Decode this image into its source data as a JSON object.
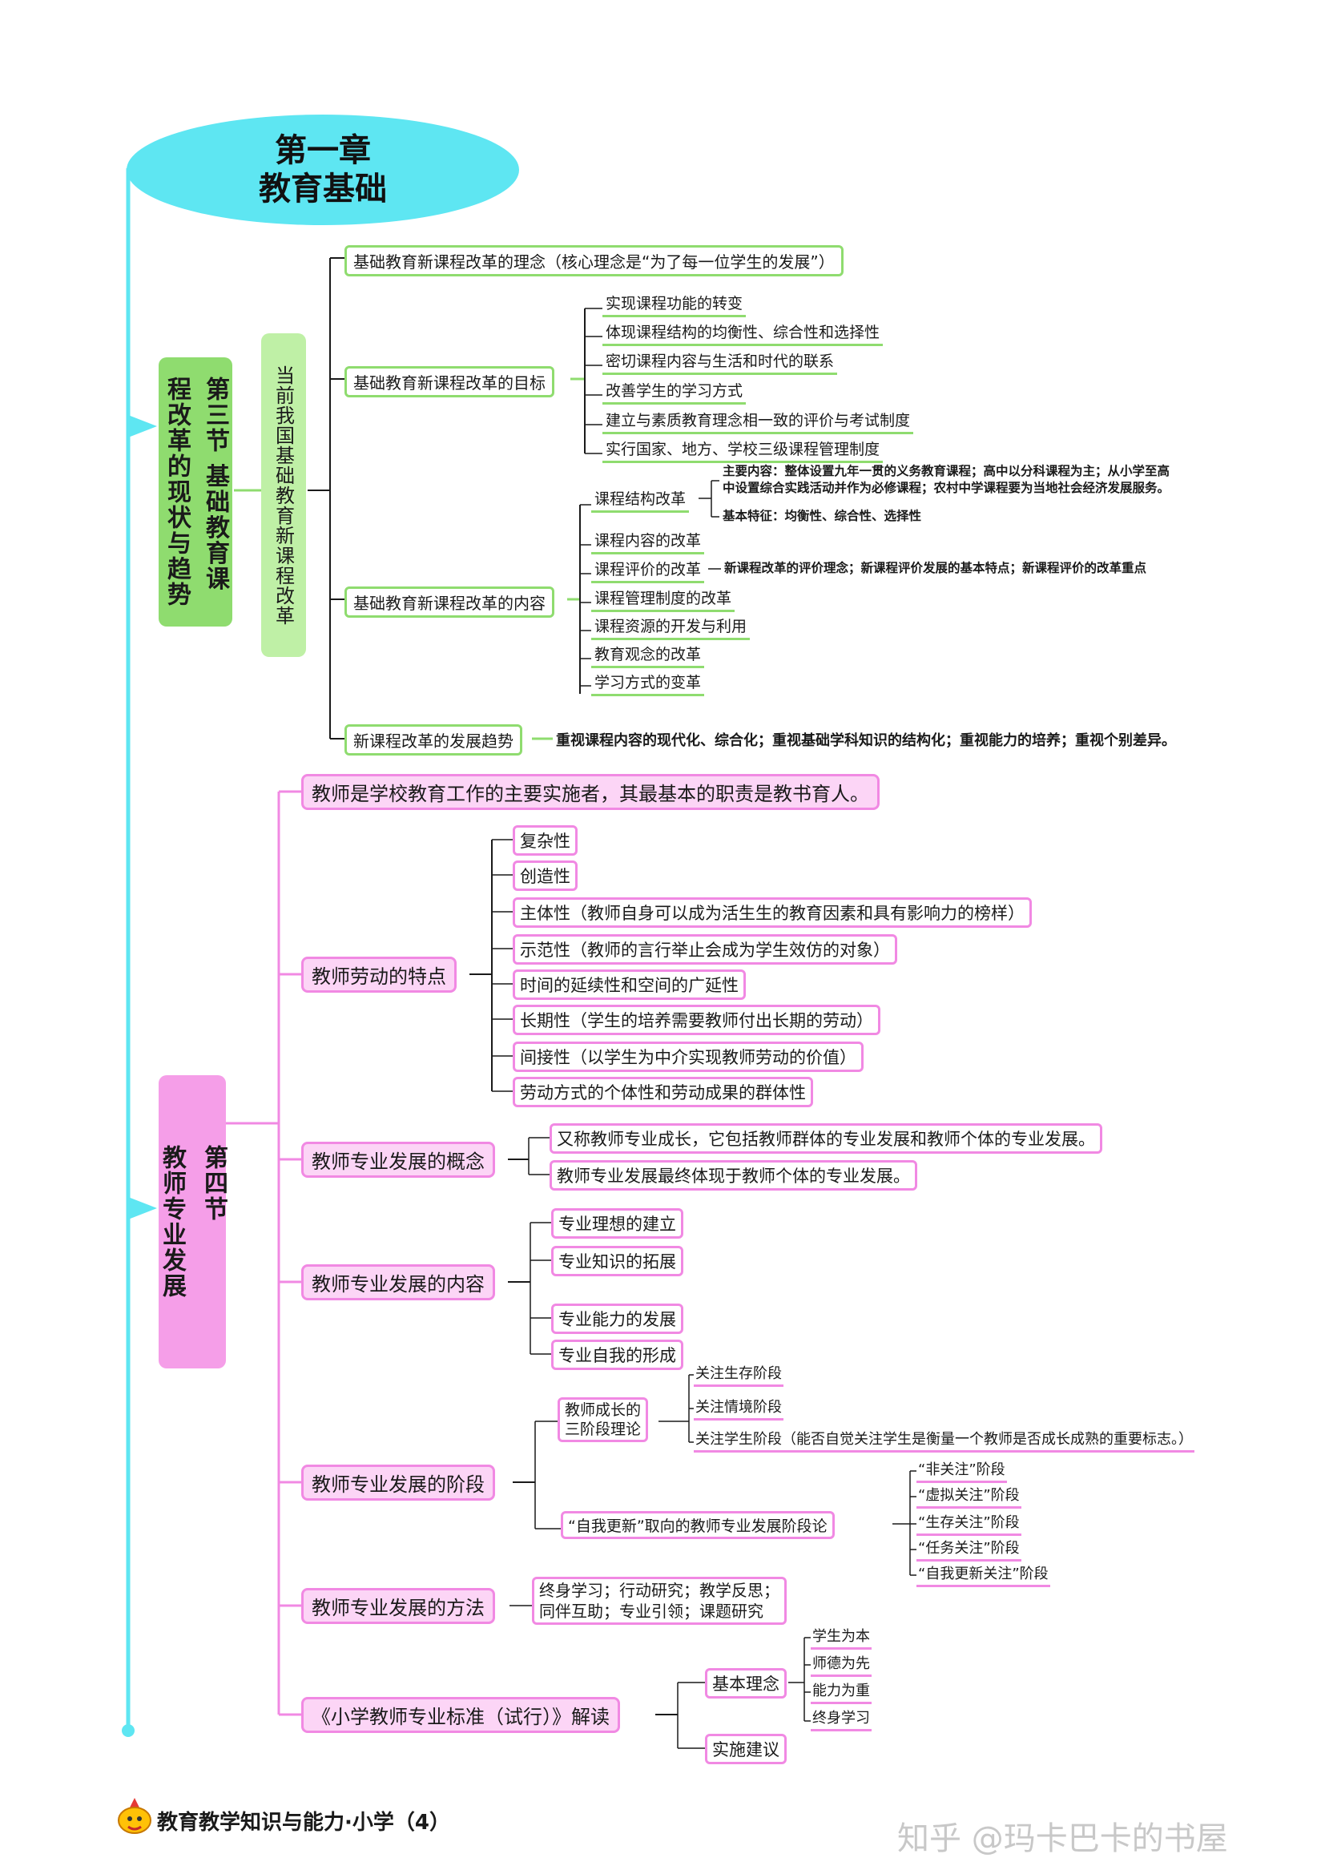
{
  "chapter": {
    "line1": "第一章",
    "line2": "教育基础"
  },
  "section3": {
    "title_col1": "第三节 基础教育课",
    "title_col2": "程改革的现状与趋势",
    "sub_title": "当前我国基础教育新课程改革",
    "idea": "基础教育新课程改革的理念（核心理念是“为了每一位学生的发展”）",
    "goal": {
      "label": "基础教育新课程改革的目标",
      "items": [
        "实现课程功能的转变",
        "体现课程结构的均衡性、综合性和选择性",
        "密切课程内容与生活和时代的联系",
        "改善学生的学习方式",
        "建立与素质教育理念相一致的评价与考试制度",
        "实行国家、地方、学校三级课程管理制度"
      ]
    },
    "content": {
      "label": "基础教育新课程改革的内容",
      "structure": "课程结构改革",
      "structure_main_1": "主要内容：整体设置九年一贯的义务教育课程；高中以分科课程为主；从小学至高",
      "structure_main_2": "中设置综合实践活动并作为必修课程；农村中学课程要为当地社会经济发展服务。",
      "structure_feature": "基本特征：均衡性、综合性、选择性",
      "course_content": "课程内容的改革",
      "evaluation": "课程评价的改革",
      "evaluation_detail": "新课程改革的评价理念；新课程评价发展的基本特点；新课程评价的改革重点",
      "management": "课程管理制度的改革",
      "resources": "课程资源的开发与利用",
      "concept": "教育观念的改革",
      "learning": "学习方式的变革"
    },
    "trend": {
      "label": "新课程改革的发展趋势",
      "detail": "重视课程内容的现代化、综合化；重视基础学科知识的结构化；重视能力的培养；重视个别差异。"
    }
  },
  "section4": {
    "title_col1": "第四节",
    "title_col2": "教师专业发展",
    "role": "教师是学校教育工作的主要实施者，其最基本的职责是教书育人。",
    "labor": {
      "label": "教师劳动的特点",
      "items": [
        "复杂性",
        "创造性",
        "主体性（教师自身可以成为活生生的教育因素和具有影响力的榜样）",
        "示范性（教师的言行举止会成为学生效仿的对象）",
        "时间的延续性和空间的广延性",
        "长期性（学生的培养需要教师付出长期的劳动）",
        "间接性（以学生为中介实现教师劳动的价值）",
        "劳动方式的个体性和劳动成果的群体性"
      ]
    },
    "concept": {
      "label": "教师专业发展的概念",
      "items": [
        "又称教师专业成长，它包括教师群体的专业发展和教师个体的专业发展。",
        "教师专业发展最终体现于教师个体的专业发展。"
      ]
    },
    "content": {
      "label": "教师专业发展的内容",
      "items": [
        "专业理想的建立",
        "专业知识的拓展",
        "专业能力的发展",
        "专业自我的形成"
      ]
    },
    "stages": {
      "label": "教师专业发展的阶段",
      "three_stage_1": "教师成长的",
      "three_stage_2": "三阶段理论",
      "three_items": [
        "关注生存阶段",
        "关注情境阶段",
        "关注学生阶段（能否自觉关注学生是衡量一个教师是否成长成熟的重要标志。）"
      ],
      "self_renewal": "“自我更新”取向的教师专业发展阶段论",
      "renewal_items": [
        "“非关注”阶段",
        "“虚拟关注”阶段",
        "“生存关注”阶段",
        "“任务关注”阶段",
        "“自我更新关注”阶段"
      ]
    },
    "methods": {
      "label": "教师专业发展的方法",
      "line1": "终身学习；行动研究；教学反思；",
      "line2": "同伴互助；专业引领；课题研究"
    },
    "standard": {
      "label": "《小学教师专业标准（试行）》解读",
      "basic": "基本理念",
      "basic_items": [
        "学生为本",
        "师德为先",
        "能力为重",
        "终身学习"
      ],
      "suggestion": "实施建议"
    }
  },
  "footer": {
    "book": "教育教学知识与能力·小学（4）",
    "watermark": "知乎 @玛卡巴卡的书屋"
  },
  "colors": {
    "cyan": "#5ee6f2",
    "green": "#8fdc6f",
    "pink": "#f189e3",
    "pink_fill": "#fcd5f6"
  }
}
